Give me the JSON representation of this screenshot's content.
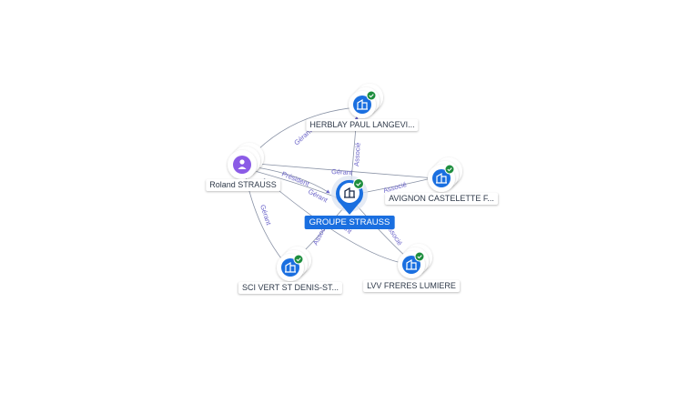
{
  "nodes": {
    "center": {
      "label": "GROUPE STRAUSS",
      "icon": "company-icon"
    },
    "roland": {
      "label": "Roland STRAUSS",
      "icon": "person-icon"
    },
    "herblay": {
      "label": "HERBLAY PAUL LANGEVI...",
      "icon": "company-icon",
      "verified": true
    },
    "avignon": {
      "label": "AVIGNON CASTELETTE F...",
      "icon": "company-icon",
      "verified": true
    },
    "sci": {
      "label": "SCI VERT ST DENIS-ST...",
      "icon": "company-icon",
      "verified": true
    },
    "lvv": {
      "label": "LVV FRERES LUMIERE",
      "icon": "company-icon",
      "verified": true
    }
  },
  "edges": {
    "roland_herblay": "Gérant",
    "roland_avignon": "Gérant",
    "roland_center_1": "Président",
    "roland_center_2": "Gérant",
    "roland_sci": "Gérant",
    "center_herblay": "Associé",
    "center_avignon": "Associé",
    "center_sci": "Associé",
    "center_lvv": "Associé",
    "roland_lvv": "Gérant"
  },
  "colors": {
    "node_blue": "#1a6fe0",
    "person_purple": "#8b5be6",
    "check_green": "#1e8e3e",
    "edge": "#8a93a6",
    "edge_label": "#6a63c9"
  }
}
